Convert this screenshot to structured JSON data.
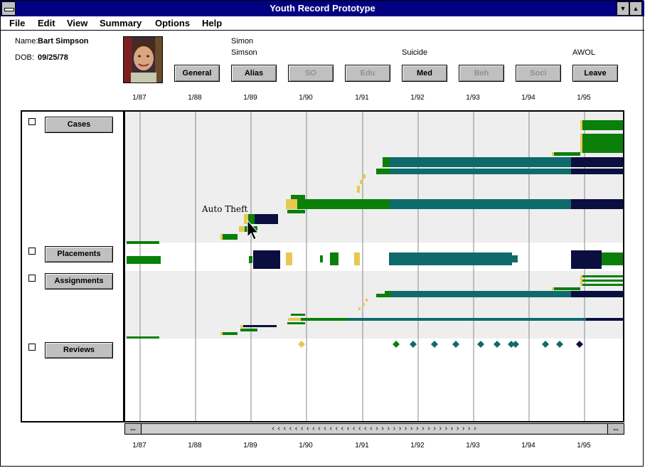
{
  "window": {
    "title": "Youth Record Prototype"
  },
  "menu": [
    "File",
    "Edit",
    "View",
    "Summary",
    "Options",
    "Help"
  ],
  "person": {
    "name_label": "Name:",
    "name_value": "Bart Simpson",
    "dob_label": "DOB:",
    "dob_value": "09/25/78"
  },
  "notes": {
    "alias1": "Simon",
    "alias2": "Simson",
    "med": "Suicide",
    "leave": "AWOL"
  },
  "categories": [
    {
      "label": "General",
      "enabled": true
    },
    {
      "label": "Alias",
      "enabled": true
    },
    {
      "label": "SO",
      "enabled": false
    },
    {
      "label": "Edu",
      "enabled": false
    },
    {
      "label": "Med",
      "enabled": true
    },
    {
      "label": "Beh",
      "enabled": false
    },
    {
      "label": "Soci",
      "enabled": false
    },
    {
      "label": "Leave",
      "enabled": true
    }
  ],
  "axis_labels": [
    "1/87",
    "1/88",
    "1/89",
    "1/90",
    "1/91",
    "1/92",
    "1/93",
    "1/94",
    "1/95"
  ],
  "sections": {
    "cases": "Cases",
    "placements": "Placements",
    "assignments": "Assignments",
    "reviews": "Reviews"
  },
  "annotation": "Auto Theft",
  "scrollbar": {
    "left_icon": "double-arrow-icon",
    "track_text": "‹ ‹ ‹ ‹ ‹ ‹ ‹ ‹ ‹ ‹ ‹ ‹ ‹ ‹ ‹ ‹ ‹ ‹ › › › › › › › › › › › › › › › › › ›",
    "right_icon": "double-arrow-icon"
  },
  "colors": {
    "green": "#0a7f0a",
    "teal": "#0f6b6b",
    "navy": "#0a0f40",
    "yellow": "#e8c850",
    "band": "#eeeeee",
    "titlebar": "#000080"
  }
}
